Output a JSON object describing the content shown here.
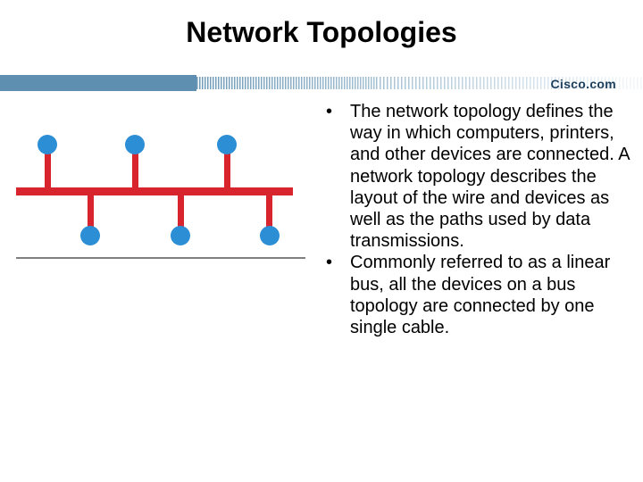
{
  "slide": {
    "title": "Network Topologies",
    "brand": "Cisco.com",
    "bullets": [
      "The network topology defines the way in which computers, printers, and other devices are connected. A network topology describes the layout of the wire and devices as well as the paths used by data transmissions.",
      "Commonly referred to as a linear bus, all the devices on a bus topology are connected by one single cable."
    ],
    "bullet_glyph": "•"
  },
  "colors": {
    "bus": "#d8242c",
    "node": "#2c8fd6",
    "banner": "#5e8fb0",
    "brand": "#1c3f5e"
  },
  "diagram": {
    "type": "linear-bus",
    "upper_nodes": 3,
    "lower_nodes": 3
  }
}
